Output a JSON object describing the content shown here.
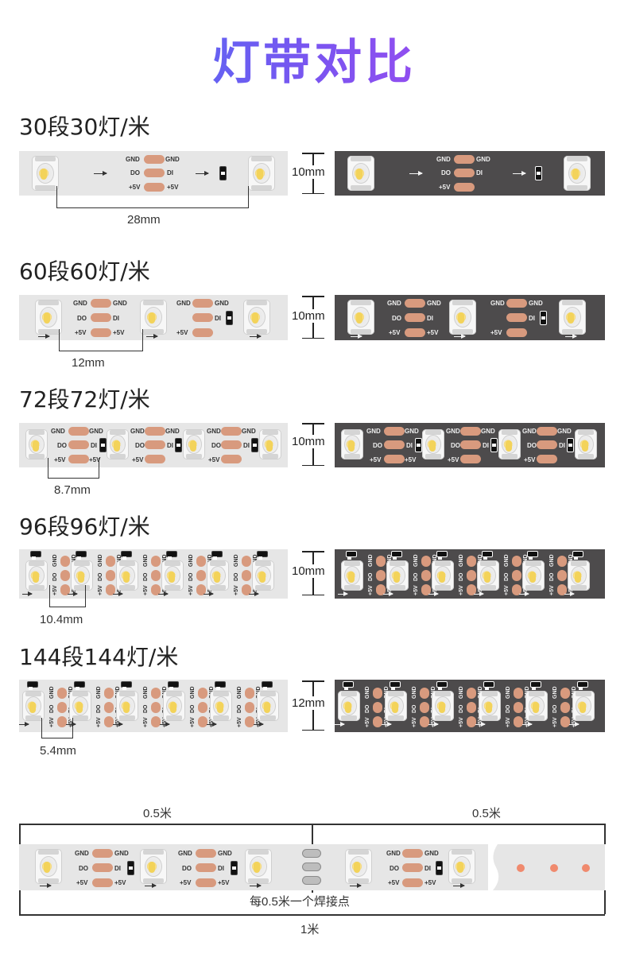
{
  "title": "灯带对比",
  "sections": [
    {
      "label": "30段30灯/米",
      "spacing": "28mm",
      "height": "10mm"
    },
    {
      "label": "60段60灯/米",
      "spacing": "12mm",
      "height": "10mm"
    },
    {
      "label": "72段72灯/米",
      "spacing": "8.7mm",
      "height": "10mm"
    },
    {
      "label": "96段96灯/米",
      "spacing": "10.4mm",
      "height": "10mm"
    },
    {
      "label": "144段144灯/米",
      "spacing": "5.4mm",
      "height": "12mm"
    }
  ],
  "pads": {
    "gnd": "GND",
    "do": "DO",
    "di": "DI",
    "vcc": "+5V"
  },
  "bottom": {
    "half_left": "0.5米",
    "half_right": "0.5米",
    "solder_note": "每0.5米一个焊接点",
    "total": "1米"
  },
  "colors": {
    "light_strip": "#e6e6e6",
    "dark_strip": "#4d4b4c",
    "pad": "#d89a7e",
    "solder_dot": "#f08a6e"
  }
}
